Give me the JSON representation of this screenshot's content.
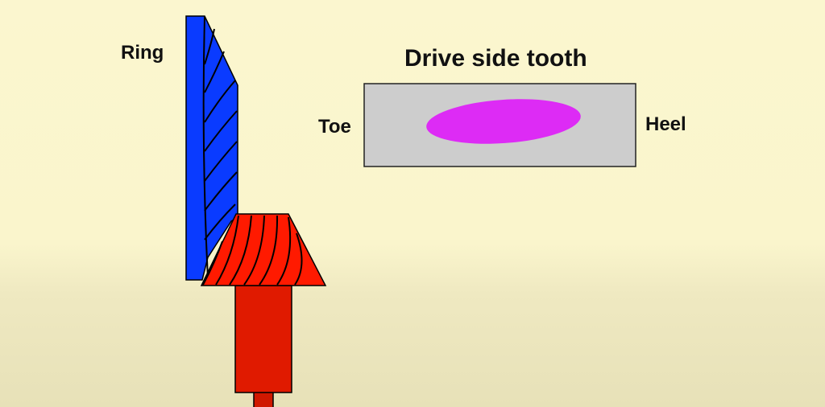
{
  "labels": {
    "ring": "Ring",
    "title": "Drive side tooth",
    "toe": "Toe",
    "heel": "Heel"
  },
  "colors": {
    "background": "#fbf6cf",
    "ring_gear": "#0a3bff",
    "pinion_gear": "#ff1a00",
    "pinion_shaft": "#e01a00",
    "tooth_face": "#cdcdcd",
    "contact_pattern": "#dd2bf5",
    "gear_lines": "#000000"
  },
  "icons": {
    "ring": "ring-gear-icon",
    "pinion": "pinion-gear-icon",
    "tooth": "tooth-face-icon",
    "pattern": "contact-pattern-icon"
  }
}
